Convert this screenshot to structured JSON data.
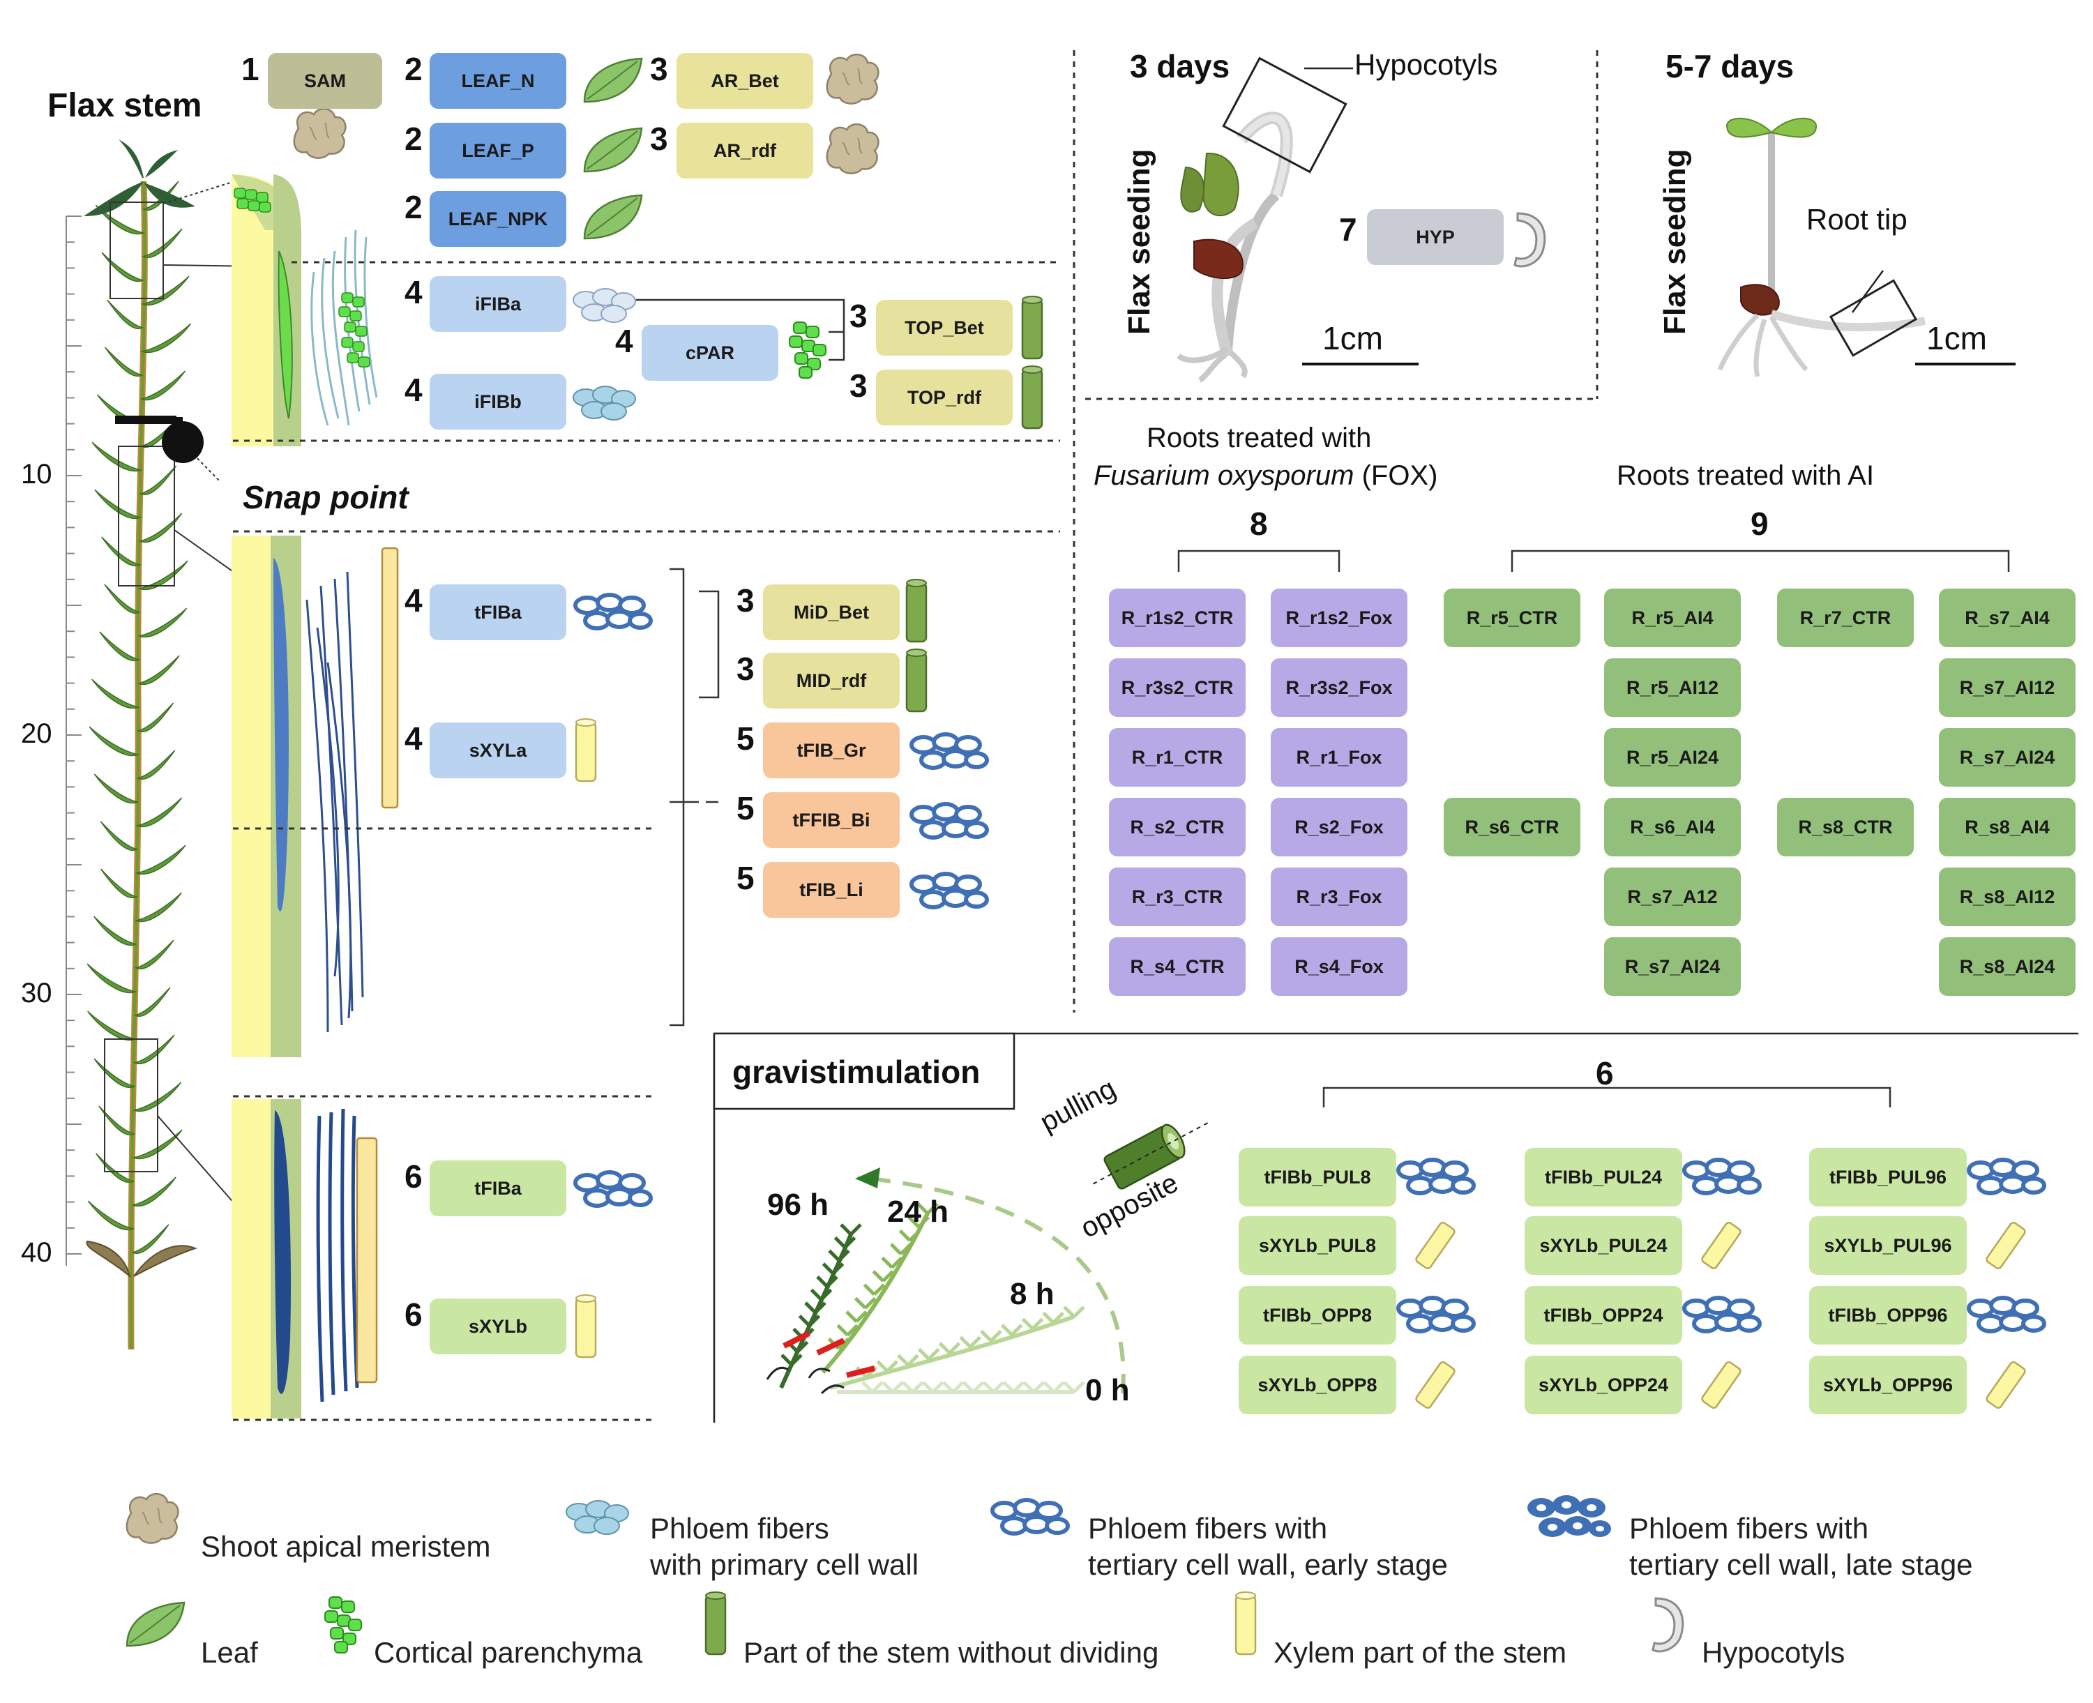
{
  "left": {
    "title": "Flax stem",
    "ruler_ticks": [
      "10",
      "20",
      "30",
      "40"
    ],
    "snap_point": "Snap point",
    "samples": {
      "sam": {
        "num": "1",
        "label": "SAM"
      },
      "leaf_n": {
        "num": "2",
        "label": "LEAF_N"
      },
      "leaf_p": {
        "num": "2",
        "label": "LEAF_P"
      },
      "leaf_npk": {
        "num": "2",
        "label": "LEAF_NPK"
      },
      "ar_bet": {
        "num": "3",
        "label": "AR_Bet"
      },
      "ar_rdf": {
        "num": "3",
        "label": "AR_rdf"
      },
      "ifiba": {
        "num": "4",
        "label": "iFIBa"
      },
      "ifibb": {
        "num": "4",
        "label": "iFIBb"
      },
      "cpar": {
        "num": "4",
        "label": "cPAR"
      },
      "top_bet": {
        "num": "3",
        "label": "TOP_Bet"
      },
      "top_rdf": {
        "num": "3",
        "label": "TOP_rdf"
      },
      "tfiba": {
        "num": "4",
        "label": "tFIBa"
      },
      "sxyla": {
        "num": "4",
        "label": "sXYLa"
      },
      "mid_bet": {
        "num": "3",
        "label": "MiD_Bet"
      },
      "mid_rdf": {
        "num": "3",
        "label": "MID_rdf"
      },
      "tfib_gr": {
        "num": "5",
        "label": "tFIB_Gr"
      },
      "tffib_bi": {
        "num": "5",
        "label": "tFFIB_Bi"
      },
      "tfib_li": {
        "num": "5",
        "label": "tFIB_Li"
      },
      "tfiba2": {
        "num": "6",
        "label": "tFIBa"
      },
      "sxylb": {
        "num": "6",
        "label": "sXYLb"
      }
    }
  },
  "seedlings": {
    "d3": {
      "title": "3 days",
      "side": "Flax seeding",
      "callout": "Hypocotyls",
      "scale": "1cm",
      "sample_num": "7",
      "sample": "HYP"
    },
    "d57": {
      "title": "5-7 days",
      "side": "Flax seeding",
      "callout": "Root tip",
      "scale": "1cm"
    }
  },
  "fox": {
    "title_line1": "Roots treated with",
    "species": "Fusarium oxysporum",
    "abbr": "(FOX)",
    "num": "8",
    "ctr": [
      "R_r1s2_CTR",
      "R_r3s2_CTR",
      "R_r1_CTR",
      "R_s2_CTR",
      "R_r3_CTR",
      "R_s4_CTR"
    ],
    "fox": [
      "R_r1s2_Fox",
      "R_r3s2_Fox",
      "R_r1_Fox",
      "R_s2_Fox",
      "R_r3_Fox",
      "R_s4_Fox"
    ]
  },
  "ai": {
    "title": "Roots treated with AI",
    "num": "9",
    "col1": [
      "R_r5_CTR",
      "R_s6_CTR"
    ],
    "col2": [
      "R_r5_AI4",
      "R_r5_AI12",
      "R_r5_AI24",
      "R_s6_AI4",
      "R_s7_A12",
      "R_s7_AI24"
    ],
    "col3": [
      "R_r7_CTR",
      "R_s8_CTR"
    ],
    "col4": [
      "R_s7_AI4",
      "R_s7_AI12",
      "R_s7_AI24",
      "R_s8_AI4",
      "R_s8_AI12",
      "R_s8_AI24"
    ]
  },
  "gravi": {
    "title": "gravistimulation",
    "num": "6",
    "pulling": "pulling",
    "opposite": "opposite",
    "times": [
      "96 h",
      "24 h",
      "8 h",
      "0 h"
    ],
    "col1": [
      "tFIBb_PUL8",
      "sXYLb_PUL8",
      "tFIBb_OPP8",
      "sXYLb_OPP8"
    ],
    "col2": [
      "tFIBb_PUL24",
      "sXYLb_PUL24",
      "tFIBb_OPP24",
      "sXYLb_OPP24"
    ],
    "col3": [
      "tFIBb_PUL96",
      "sXYLb_PUL96",
      "tFIBb_OPP96",
      "sXYLb_OPP96"
    ]
  },
  "legend": {
    "sam": "Shoot apical meristem",
    "primary_1": "Phloem fibers",
    "primary_2": "with primary cell wall",
    "tert_early_1": "Phloem fibers with",
    "tert_early_2": "tertiary cell wall, early stage",
    "tert_late_1": "Phloem fibers with",
    "tert_late_2": "tertiary cell wall, late stage",
    "leaf": "Leaf",
    "cpar": "Cortical parenchyma",
    "stem": "Part of the stem without dividing",
    "xylem": "Xylem part of the stem",
    "hyp": "Hypocotyls"
  },
  "colors": {
    "sam": "#bdbd96",
    "leaf_box": "#6d9fe0",
    "ar": "#e8e29a",
    "fiber_box": "#b9d3f1",
    "top": "#e6e29d",
    "tfib5": "#f9c59a",
    "hyp": "#c9ccd3",
    "fox": "#b7a8e6",
    "ai": "#92c07a",
    "gravi": "#c9e6a3",
    "stem_yellow": "#fcf9a0",
    "stem_green": "#b8d08c",
    "fiber_blue": "#4d7cc4",
    "leaf_green": "#7bb54a",
    "parenchyma": "#55dd44"
  }
}
